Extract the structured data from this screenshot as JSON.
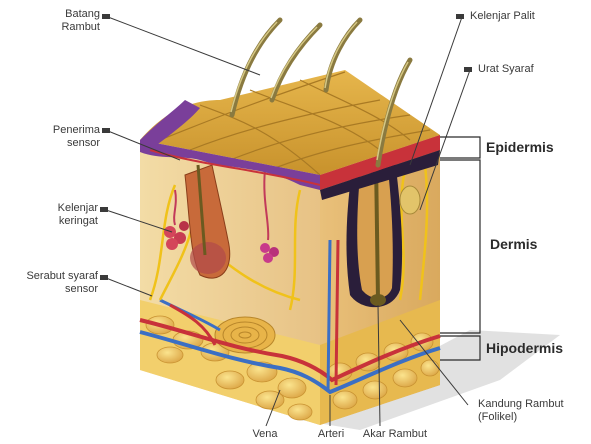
{
  "labels": {
    "batang_rambut": "Batang\nRambut",
    "penerima_sensor": "Penerima\nsensor",
    "kelenjar_keringat": "Kelenjar\nkeringat",
    "serabut_syaraf": "Serabut syaraf\nsensor",
    "kelenjar_palit": "Kelenjar Palit",
    "urat_syaraf": "Urat Syaraf",
    "vena": "Vena",
    "arteri": "Arteri",
    "akar_rambut": "Akar Rambut",
    "kandung_rambut": "Kandung Rambut\n(Folikel)"
  },
  "layers": {
    "epidermis": "Epidermis",
    "dermis": "Dermis",
    "hipodermis": "Hipodermis"
  },
  "colors": {
    "fat": "#f0c860",
    "dermis": "#ecc98c",
    "epidermis_top": "#d9a63c",
    "vein": "#3b6fc4",
    "artery": "#c8323a",
    "purple_layer": "#7a3f9a",
    "hair": "#8a7a40"
  }
}
